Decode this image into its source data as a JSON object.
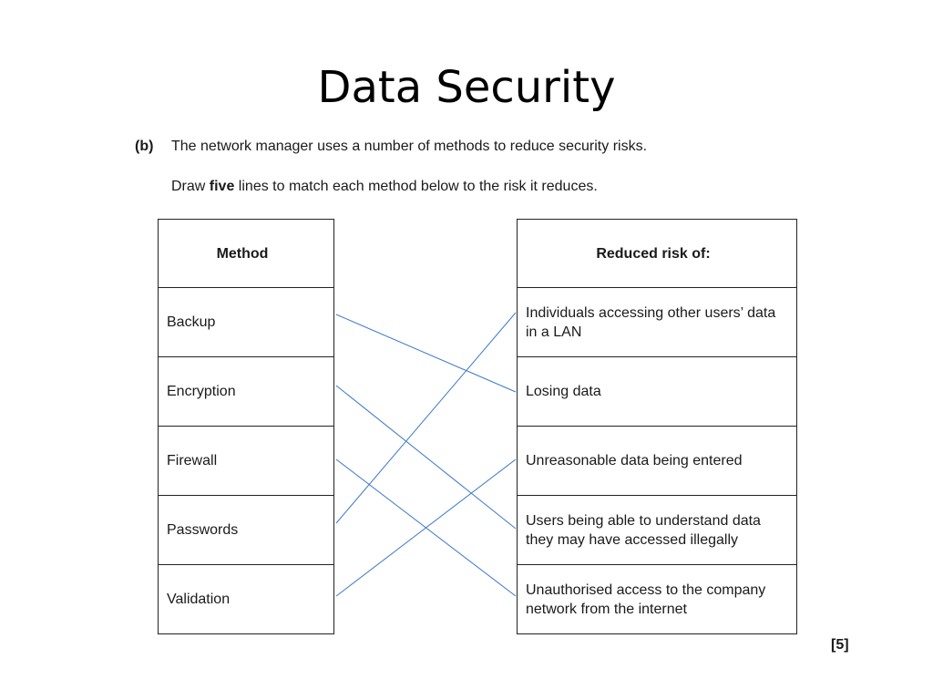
{
  "slide": {
    "title": "Data Security"
  },
  "question": {
    "label": "(b)",
    "text": "The network manager uses a number of methods to reduce security risks.",
    "instruction_pre": "Draw ",
    "instruction_bold": "five",
    "instruction_post": " lines to match each method below to the risk it reduces.",
    "marks": "[5]"
  },
  "methods_table": {
    "header": "Method",
    "rows": [
      "Backup",
      "Encryption",
      "Firewall",
      "Passwords",
      "Validation"
    ]
  },
  "risks_table": {
    "header": "Reduced risk of:",
    "rows": [
      "Individuals accessing other users’ data in a LAN",
      "Losing data",
      "Unreasonable data being entered",
      "Users being able to understand data they may have accessed illegally",
      "Unauthorised access to the company network from the internet"
    ]
  },
  "matches": [
    {
      "method": "Backup",
      "risk": "Losing data"
    },
    {
      "method": "Encryption",
      "risk": "Users being able to understand data they may have accessed illegally"
    },
    {
      "method": "Firewall",
      "risk": "Unauthorised access to the company network from the internet"
    },
    {
      "method": "Passwords",
      "risk": "Individuals accessing other users’ data in a LAN"
    },
    {
      "method": "Validation",
      "risk": "Unreasonable data being entered"
    }
  ],
  "colors": {
    "match_line": "#3a78c9",
    "border": "#222222"
  }
}
